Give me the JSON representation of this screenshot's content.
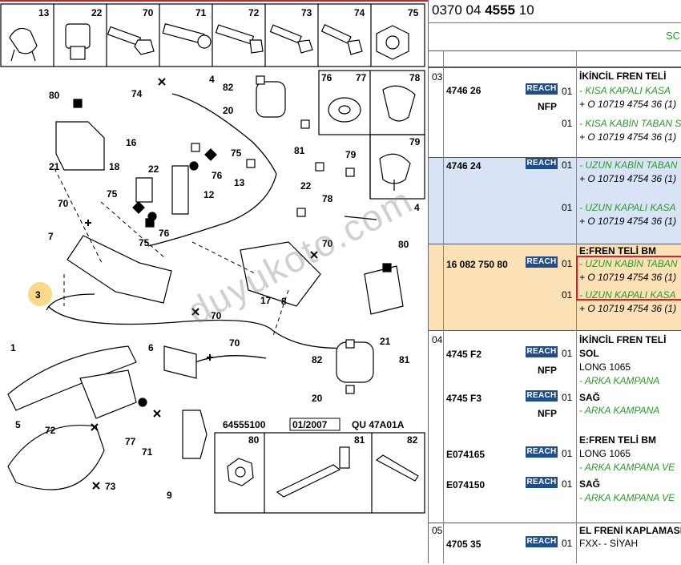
{
  "diagram": {
    "top_strip": [
      "13",
      "22",
      "70",
      "71",
      "72",
      "73",
      "74",
      "75"
    ],
    "boxes_right": [
      "76",
      "77",
      "78",
      "79"
    ],
    "bottom_box": [
      "80",
      "81",
      "82"
    ],
    "footer_code": "64555100",
    "footer_date": "01/2007",
    "footer_ref": "QU 47A01A",
    "callouts": {
      "c74a": "74",
      "c4a": "4",
      "c82a": "82",
      "c80a": "80",
      "c20a": "20",
      "c21a": "21",
      "c16": "16",
      "c22a": "22",
      "c75a": "75",
      "c76a": "76",
      "c81a": "81",
      "c13": "13",
      "c79": "79",
      "c22b": "22",
      "c18": "18",
      "c12": "12",
      "c75b": "75",
      "c78": "78",
      "c76b": "76",
      "c4b": "4",
      "c70a": "70",
      "c75c": "75",
      "c70b": "70",
      "c7": "7",
      "c80b": "80",
      "c17": "17",
      "c8": "8",
      "c3": "3",
      "c70c": "70",
      "c21b": "21",
      "c1": "1",
      "c6": "6",
      "c70d": "70",
      "c82b": "82",
      "c81b": "81",
      "c20b": "20",
      "c72": "72",
      "c77": "77",
      "c71": "71",
      "c5": "5",
      "c73": "73",
      "c9": "9"
    }
  },
  "panel": {
    "ref_prefix": "0370 04 ",
    "ref_bold": "4555",
    "ref_suffix": " 10",
    "strip_text": "SC",
    "reach_label": "REACH",
    "nfp_label": "NFP",
    "groups": [
      {
        "num": "03",
        "rows": [
          {
            "part": "4746 26",
            "reach": true,
            "nfp": true,
            "qty": "01",
            "title": "İKİNCİL FREN TELİ",
            "lines": [
              {
                "t": "- KISA KAPALI KASA",
                "c": "g"
              },
              {
                "t": "+ O 10719 4754 36 (1)",
                "c": "k"
              }
            ]
          },
          {
            "part": "",
            "reach": false,
            "nfp": false,
            "qty": "01",
            "title": "",
            "lines": [
              {
                "t": "- KISA KABİN TABAN S",
                "c": "g"
              },
              {
                "t": "+ O 10719 4754 36 (1)",
                "c": "k"
              }
            ]
          }
        ]
      },
      {
        "num": "",
        "rows": [
          {
            "part": "4746 24",
            "reach": true,
            "nfp": false,
            "qty": "01",
            "title": "",
            "lines": [
              {
                "t": "- UZUN KABİN TABAN",
                "c": "g"
              },
              {
                "t": "+ O 10719 4754 36 (1)",
                "c": "k"
              }
            ]
          },
          {
            "part": "",
            "reach": false,
            "nfp": false,
            "qty": "01",
            "title": "",
            "lines": [
              {
                "t": "- UZUN KAPALI KASA",
                "c": "g"
              },
              {
                "t": "+ O 10719 4754 36 (1)",
                "c": "k"
              }
            ]
          }
        ]
      },
      {
        "num": "",
        "rows": [
          {
            "part": "16 082 750 80",
            "reach": true,
            "nfp": false,
            "qty": "01",
            "title": "E:FREN TELİ BM",
            "lines": [
              {
                "t": "- UZUN KABİN TABAN",
                "c": "g"
              },
              {
                "t": "+ O 10719 4754 36 (1)",
                "c": "k"
              }
            ]
          },
          {
            "part": "",
            "reach": false,
            "nfp": false,
            "qty": "01",
            "title": "",
            "lines": [
              {
                "t": "- UZUN KAPALI KASA",
                "c": "g"
              },
              {
                "t": "+ O 10719 4754 36 (1)",
                "c": "k"
              }
            ]
          }
        ]
      },
      {
        "num": "04",
        "rows": [
          {
            "part": "4745 F2",
            "reach": true,
            "nfp": true,
            "qty": "01",
            "title": "İKİNCİL FREN TELİ",
            "lines": [
              {
                "t": "SOL",
                "c": "b"
              },
              {
                "t": "LONG 1065",
                "c": "n"
              },
              {
                "t": "- ARKA KAMPANA",
                "c": "g"
              }
            ]
          },
          {
            "part": "4745 F3",
            "reach": true,
            "nfp": true,
            "qty": "01",
            "title": "",
            "lines": [
              {
                "t": "SAĞ",
                "c": "b"
              },
              {
                "t": "- ARKA KAMPANA",
                "c": "g"
              }
            ]
          },
          {
            "part": "E074165",
            "reach": true,
            "nfp": false,
            "qty": "01",
            "title": "E:FREN TELİ BM",
            "lines": [
              {
                "t": "LONG 1065",
                "c": "n"
              },
              {
                "t": "- ARKA KAMPANA VE",
                "c": "g"
              }
            ]
          },
          {
            "part": "E074150",
            "reach": true,
            "nfp": false,
            "qty": "01",
            "title": "",
            "lines": [
              {
                "t": "SAĞ",
                "c": "b"
              },
              {
                "t": "- ARKA KAMPANA VE",
                "c": "g"
              }
            ]
          }
        ]
      },
      {
        "num": "05",
        "rows": [
          {
            "part": "4705 35",
            "reach": true,
            "nfp": false,
            "qty": "01",
            "title": "EL FRENİ KAPLAMASI",
            "lines": [
              {
                "t": "FXX- - SİYAH",
                "c": "n"
              }
            ]
          }
        ]
      }
    ],
    "watermark": "duyukoto.com"
  }
}
